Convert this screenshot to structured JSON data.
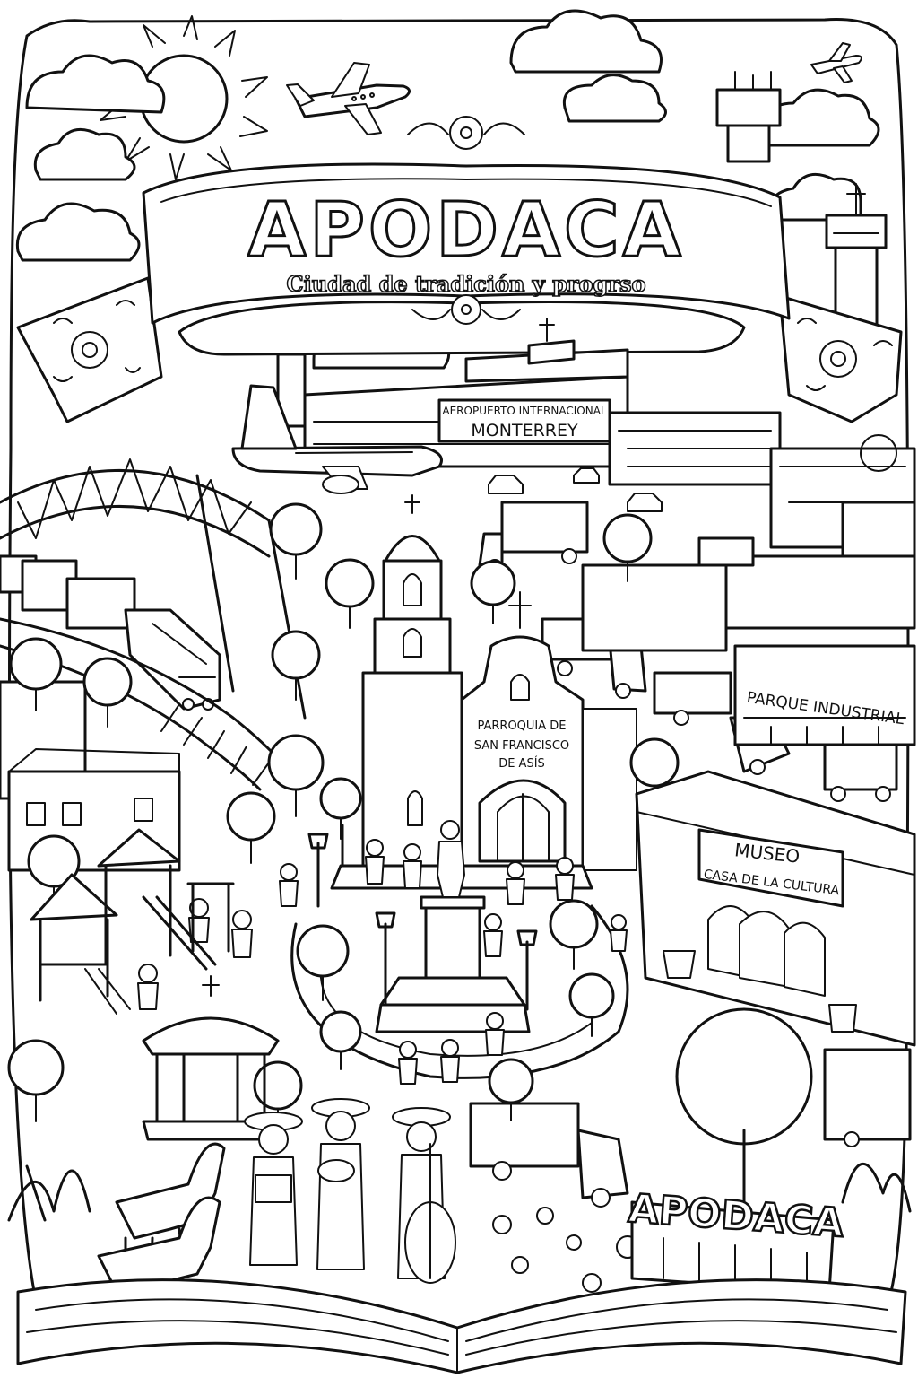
{
  "banner": {
    "title": "APODACA",
    "subtitle": "Ciudad de tradición y progrso"
  },
  "airport_sign": {
    "line1": "AEROPUERTO INTERNACIONAL",
    "line2": "MONTERREY"
  },
  "church_label": {
    "line1": "PARROQUIA DE",
    "line2": "SAN FRANCISCO",
    "line3": "DE ASÍS"
  },
  "industrial_label": "PARQUE INDUSTRIAL",
  "museum_sign": {
    "line1": "MUSEO",
    "line2": "CASA DE LA CULTURA"
  },
  "monument_letters": "APODACA"
}
